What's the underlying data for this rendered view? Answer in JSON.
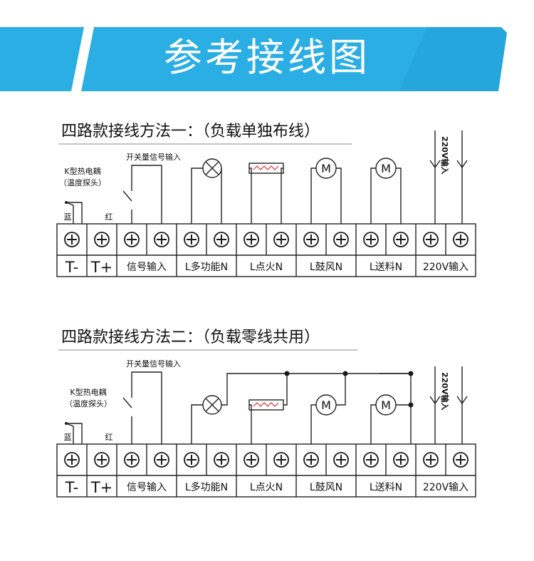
{
  "header": {
    "title": "参考接线图"
  },
  "colors": {
    "banner": "#2aaee3",
    "banner_dark": "#1b8fc4",
    "ink": "#1a1a1a"
  },
  "terminal_icon": "circled-plus-icon",
  "sections": [
    {
      "title": "四路款接线方法一：（负载单独布线）",
      "thermocouple_label": "K型热电耦",
      "thermocouple_sub": "（温度探头）",
      "blue_label": "蓝",
      "red_label": "红",
      "switch_label": "开关量信号输入",
      "loads": [
        {
          "symbol": "lamp-icon"
        },
        {
          "symbol": "igniter-icon"
        },
        {
          "symbol": "motor-icon",
          "text": "M"
        },
        {
          "symbol": "motor-icon",
          "text": "M"
        }
      ],
      "power_label": "220V输入",
      "labels": [
        "T-",
        "T+",
        "信号输入",
        "L多功能N",
        "L点火N",
        "L鼓风N",
        "L送料N",
        "220V输入"
      ]
    },
    {
      "title": "四路款接线方法二：（负载零线共用）",
      "thermocouple_label": "K型热电耦",
      "thermocouple_sub": "（温度探头）",
      "blue_label": "蓝",
      "red_label": "红",
      "switch_label": "开关量信号输入",
      "loads": [
        {
          "symbol": "lamp-icon"
        },
        {
          "symbol": "igniter-icon"
        },
        {
          "symbol": "motor-icon",
          "text": "M"
        },
        {
          "symbol": "motor-icon",
          "text": "M"
        }
      ],
      "power_label": "220V输入",
      "labels": [
        "T-",
        "T+",
        "信号输入",
        "L多功能N",
        "L点火N",
        "L鼓风N",
        "L送料N",
        "220V输入"
      ]
    }
  ]
}
